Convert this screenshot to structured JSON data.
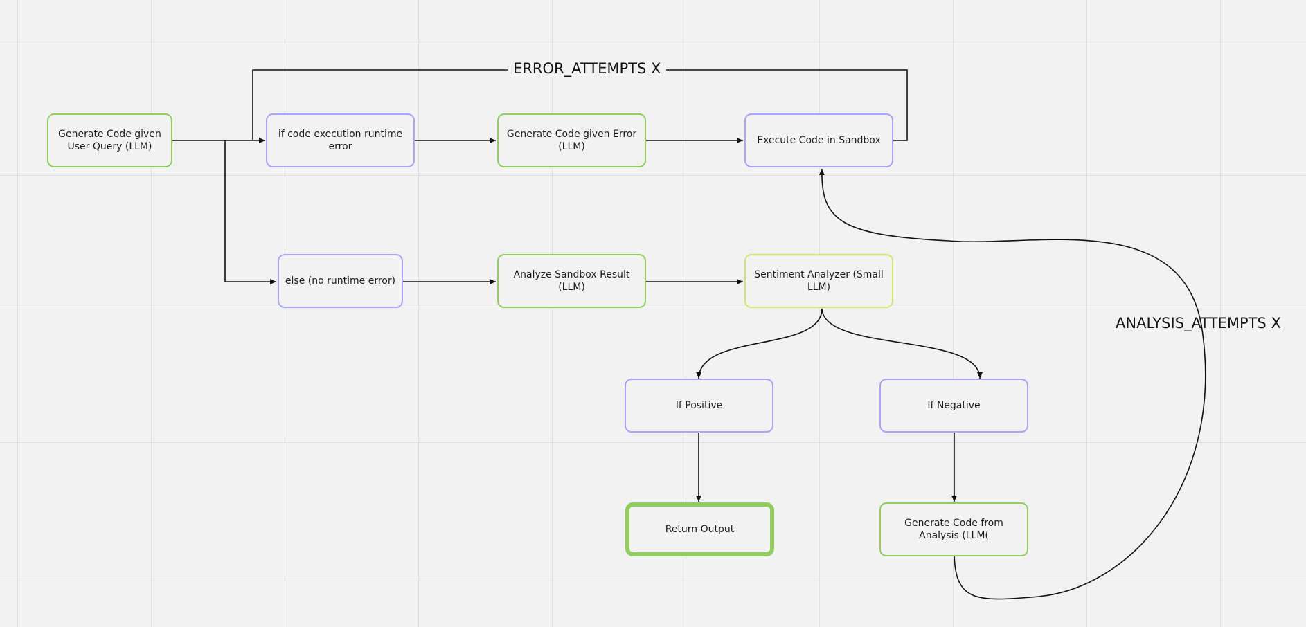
{
  "nodes": {
    "generate_code_user_query": "Generate Code given User Query (LLM)",
    "if_runtime_error": "if code execution runtime error",
    "generate_code_error": "Generate Code given Error (LLM)",
    "execute_code_sandbox": "Execute Code in Sandbox",
    "else_no_runtime_error": "else (no runtime error)",
    "analyze_sandbox_result": "Analyze Sandbox Result (LLM)",
    "sentiment_analyzer": "Sentiment Analyzer (Small LLM)",
    "if_positive": "If Positive",
    "if_negative": "If Negative",
    "return_output": "Return Output",
    "generate_code_analysis": "Generate Code from Analysis (LLM("
  },
  "labels": {
    "error_attempts": "ERROR_ATTEMPTS X",
    "analysis_attempts": "ANALYSIS_ATTEMPTS X"
  },
  "colors": {
    "purple_border": "#a9a3ff",
    "green_border": "#8fce5e",
    "yellow_border": "#d2e46a",
    "background": "#f2f2f2",
    "grid": "#dedede"
  }
}
